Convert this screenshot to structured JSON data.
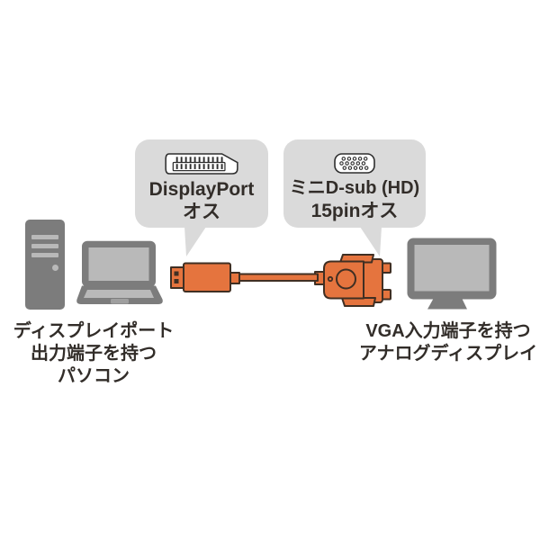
{
  "callouts": {
    "displayport": {
      "title": "DisplayPort",
      "subtitle": "オス",
      "icon": "displayport-connector-icon"
    },
    "vga": {
      "title": "ミニD-sub (HD)",
      "subtitle": "15pinオス",
      "icon": "vga-connector-icon"
    }
  },
  "captions": {
    "source": {
      "line1": "ディスプレイポート",
      "line2": "出力端子を持つ",
      "line3": "パソコン"
    },
    "target": {
      "line1": "VGA入力端子を持つ",
      "line2": "アナログディスプレイ"
    }
  },
  "icons": [
    "tower-pc-icon",
    "laptop-icon",
    "monitor-icon",
    "displayport-connector-icon",
    "vga-connector-icon",
    "displayport-plug",
    "vga-plug",
    "cable-illustration"
  ],
  "colors": {
    "background": "#ffffff",
    "bubble_bg": "#dadada",
    "cable_orange": "#e5743e",
    "cable_outline": "#402f23",
    "device_gray": "#7c7c7c",
    "device_light_gray": "#b9b9b9",
    "text_dark": "#322d29"
  }
}
